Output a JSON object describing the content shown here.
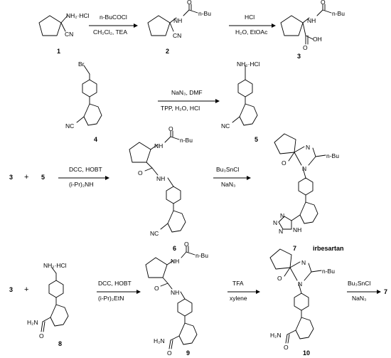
{
  "compounds": {
    "c1": {
      "number": "1",
      "labels": [
        "NH₂·HCl",
        "CN"
      ]
    },
    "c2": {
      "number": "2",
      "labels": [
        "O",
        "n-Bu",
        "NH",
        "CN"
      ]
    },
    "c3": {
      "number": "3",
      "labels": [
        "O",
        "n-Bu",
        "NH",
        "OH",
        "O"
      ]
    },
    "c4": {
      "number": "4",
      "labels": [
        "Br",
        "NC"
      ]
    },
    "c5": {
      "number": "5",
      "labels": [
        "NH₂·HCl",
        "NC"
      ]
    },
    "c6": {
      "number": "6",
      "labels": [
        "O",
        "n-Bu",
        "NH",
        "O",
        "NH",
        "NC"
      ]
    },
    "c7": {
      "number": "7",
      "name": "irbesartan",
      "labels": [
        "N",
        "n-Bu",
        "O",
        "N",
        "N",
        "N",
        "N",
        "NH"
      ]
    },
    "c8": {
      "number": "8",
      "labels": [
        "NH₂·HCl",
        "H₂N",
        "O"
      ]
    },
    "c9": {
      "number": "9",
      "labels": [
        "O",
        "n-Bu",
        "NH",
        "O",
        "NH",
        "H₂N",
        "O"
      ]
    },
    "c10": {
      "number": "10",
      "labels": [
        "N",
        "n-Bu",
        "O",
        "N",
        "H₂N",
        "O"
      ]
    }
  },
  "reactions": {
    "r1": {
      "above": "n-BuCOCl",
      "below": "CH₂Cl₂, TEA"
    },
    "r2": {
      "above": "HCl",
      "below": "H₂O, EtOAc"
    },
    "r3": {
      "above": "NaN₃, DMF",
      "below": "TPP, H₂O, HCl"
    },
    "r4": {
      "above": "DCC, HOBT",
      "below": "(i-Pr)₂NH"
    },
    "r5": {
      "above": "Bu₃SnCl",
      "below": "NaN₃"
    },
    "r6": {
      "above": "DCC, HOBT",
      "below": "(i-Pr)₂EtN"
    },
    "r7": {
      "above": "TFA",
      "below": "xylene"
    },
    "r8": {
      "above": "Bu₃SnCl",
      "below": "NaN₃"
    }
  },
  "equation_terms": {
    "row3_left": "3",
    "row3_plus": "+",
    "row3_right": "5",
    "row4_left": "3",
    "row4_plus": "+",
    "row4_product": "7"
  }
}
